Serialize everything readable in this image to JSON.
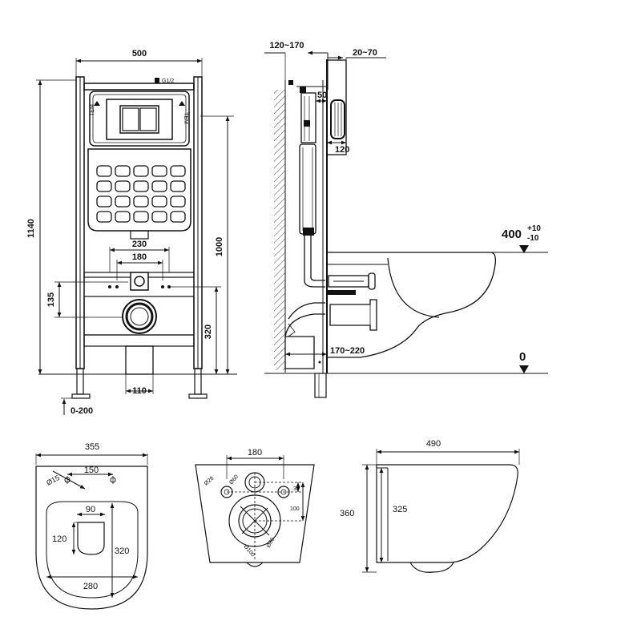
{
  "front_view": {
    "width": "500",
    "height_total": "1140",
    "height_frame": "1000",
    "height_waste": "320",
    "offset_135": "135",
    "spacing_230": "230",
    "spacing_180": "180",
    "width_110": "110",
    "adjust_0_200": "0-200",
    "inlet_label": "G1/2",
    "side_text_left": "TEM",
    "side_text_right": "TEM"
  },
  "side_view": {
    "depth_120_170": "120~170",
    "depth_20_70": "20~70",
    "dim_50": "50",
    "dim_120": "120",
    "height_400": "400",
    "tol_plus": "+10",
    "tol_minus": "-10",
    "floor_level": "0",
    "dim_170_220": "170~220"
  },
  "top_view": {
    "width_355": "355",
    "dim_150": "150",
    "hole_d15": "Ø15",
    "dim_90": "90",
    "dim_120": "120",
    "dim_320": "320",
    "dim_280": "280"
  },
  "rear_view": {
    "dim_180": "180",
    "hole_d28": "Ø28",
    "hole_d60": "Ø60",
    "dim_35": "35",
    "dim_100": "100",
    "hole_d80": "Ø80",
    "hole_d100": "Ø100"
  },
  "profile_view": {
    "length_490": "490",
    "height_360": "360",
    "height_325": "325"
  }
}
